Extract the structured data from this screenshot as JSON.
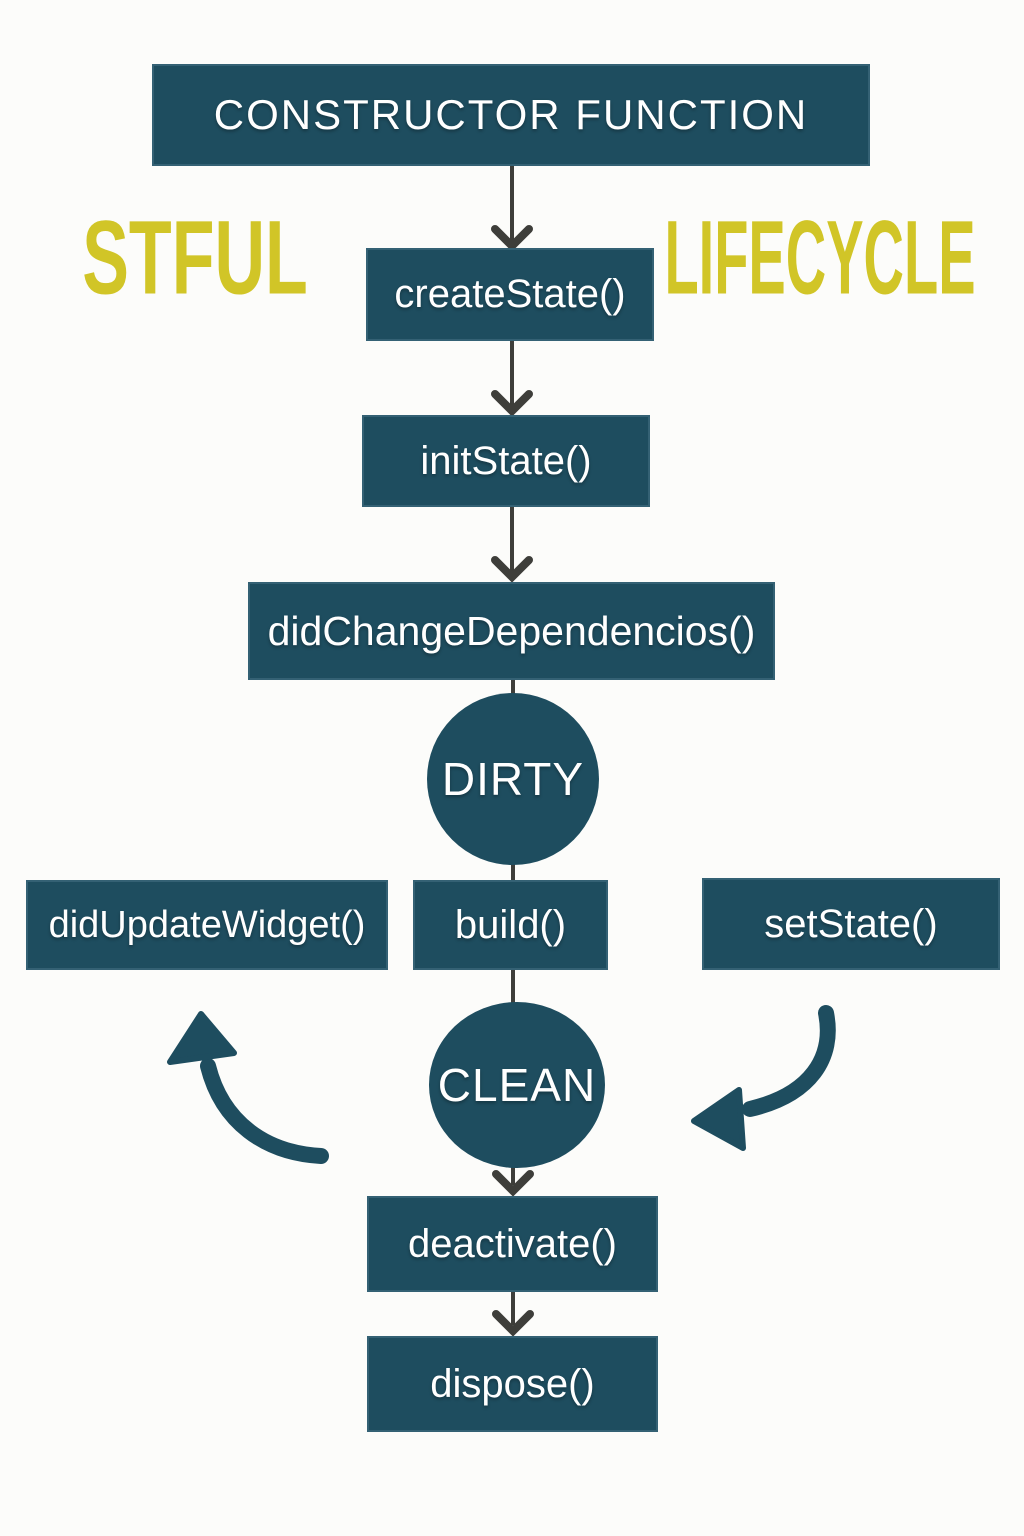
{
  "diagram": {
    "side_labels": {
      "left": "STFUL",
      "right": "LIFECYCLE"
    },
    "nodes": {
      "constructor": {
        "label": "CONSTRUCTOR FUNCTION",
        "shape": "rect"
      },
      "create_state": {
        "label": "createState()",
        "shape": "rect"
      },
      "init_state": {
        "label": "initState()",
        "shape": "rect"
      },
      "did_change_dependencies": {
        "label": "didChangeDependencios()",
        "shape": "rect"
      },
      "dirty_state": {
        "label": "DIRTY",
        "shape": "circle"
      },
      "did_update_widget": {
        "label": "didUpdateWidget()",
        "shape": "rect"
      },
      "build": {
        "label": "build()",
        "shape": "rect"
      },
      "set_state": {
        "label": "setState()",
        "shape": "rect"
      },
      "clean_state": {
        "label": "CLEAN",
        "shape": "circle"
      },
      "deactivate": {
        "label": "deactivate()",
        "shape": "rect"
      },
      "dispose": {
        "label": "dispose()",
        "shape": "rect"
      }
    },
    "edges": [
      "constructor -> createState()",
      "createState() -> initState()",
      "initState() -> didChangeDependencios()",
      "didChangeDependencios() -> DIRTY -> build()",
      "build() -> CLEAN -> deactivate()",
      "deactivate() -> dispose()",
      "CLEAN ~curved~ didUpdateWidget()",
      "setState() ~curved~ CLEAN"
    ],
    "colors": {
      "node_fill": "#1e4d5f",
      "node_text": "#ffffff",
      "accent_yellow": "#d1c527",
      "connector_gray": "#3e3e3a",
      "background": "#fcfcfa"
    }
  }
}
